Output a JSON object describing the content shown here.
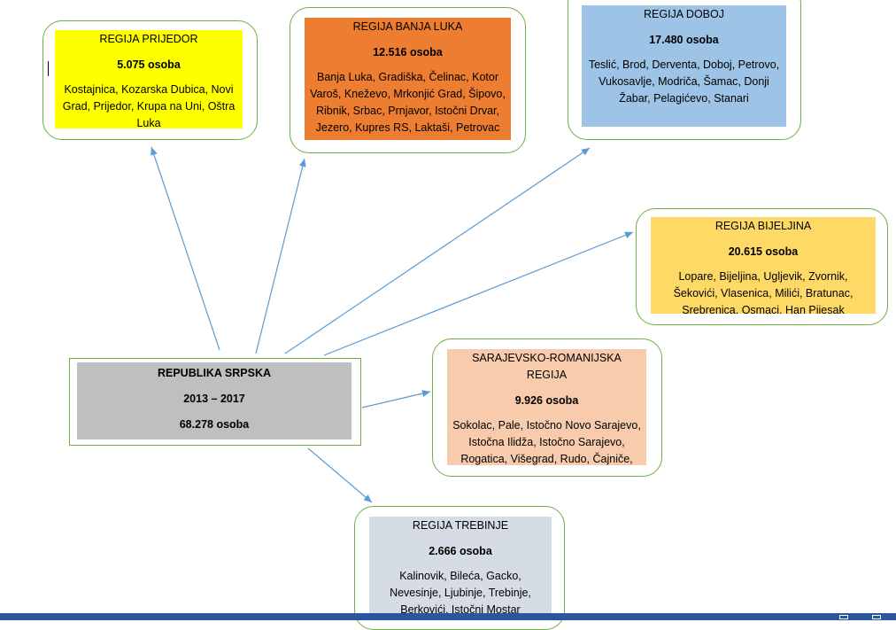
{
  "colors": {
    "prijedor": "#ffff00",
    "banja_luka": "#ed7d31",
    "doboj": "#9dc3e6",
    "bijeljina": "#ffd966",
    "sarajevo": "#f8cbad",
    "trebinje": "#d6dce5",
    "root": "#bfbfbf",
    "frame_border": "#70ad47",
    "arrow": "#5b9bd5",
    "statusbar": "#2b579a"
  },
  "root": {
    "title": "REPUBLIKA SRPSKA",
    "years": "2013 – 2017",
    "count": "68.278 osoba"
  },
  "regions": {
    "prijedor": {
      "title": "REGIJA PRIJEDOR",
      "count": "5.075 osoba",
      "towns": "Kostajnica, Kozarska Dubica, Novi Grad, Prijedor, Krupa na Uni, Oštra Luka"
    },
    "banja_luka": {
      "title": "REGIJA BANJA LUKA",
      "count": "12.516 osoba",
      "towns": "Banja Luka, Gradiška, Čelinac, Kotor Varoš, Kneževo, Mrkonjić Grad, Šipovo, Ribnik, Srbac, Prnjavor, Istočni Drvar, Jezero, Kupres RS, Laktaši, Petrovac"
    },
    "doboj": {
      "title": "REGIJA DOBOJ",
      "count": "17.480 osoba",
      "towns": "Teslić, Brod, Derventa, Doboj, Petrovo, Vukosavlje, Modriča, Šamac, Donji Žabar, Pelagićevo, Stanari"
    },
    "bijeljina": {
      "title": "REGIJA BIJELJINA",
      "count": "20.615 osoba",
      "towns": "Lopare, Bijeljina, Ugljevik, Zvornik, Šekovići, Vlasenica, Milići, Bratunac, Srebrenica, Osmaci, Han Pijesak"
    },
    "sarajevo": {
      "title": "SARAJEVSKO-ROMANIJSKA REGIJA",
      "count": "9.926 osoba",
      "towns": "Sokolac, Pale, Istočno Novo Sarajevo, Istočna Ilidža, Istočno Sarajevo, Rogatica, Višegrad, Rudo, Čajniče, Foča, Istočni Stari Grad, Trnovo RS,"
    },
    "trebinje": {
      "title": "REGIJA TREBINJE",
      "count": "2.666 osoba",
      "towns": "Kalinovik, Bileća, Gacko, Nevesinje, Ljubinje, Trebinje, Berkovići, Istočni Mostar"
    }
  }
}
